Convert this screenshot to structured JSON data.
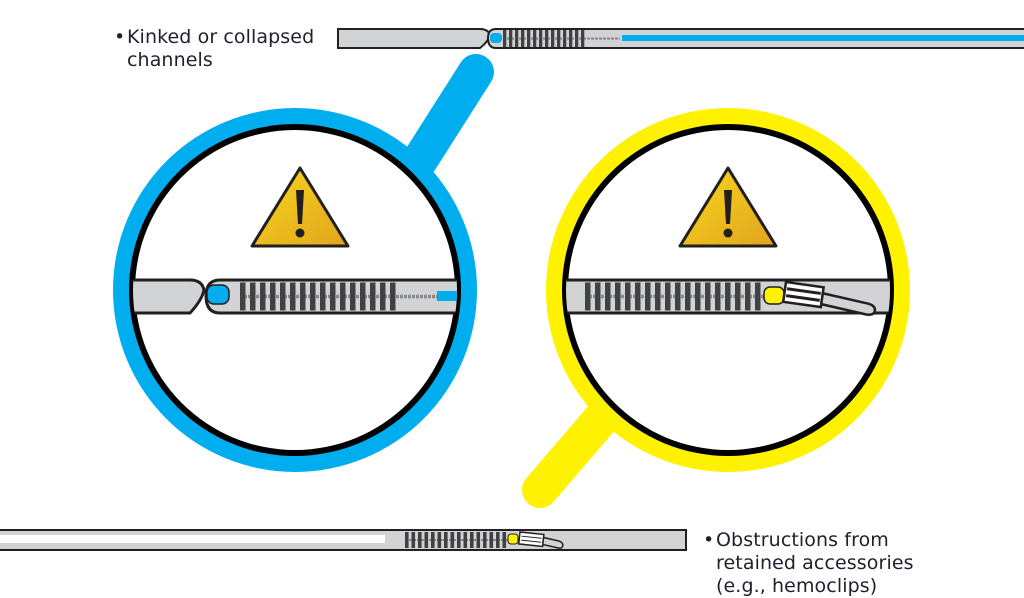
{
  "captions": {
    "kinked": {
      "bullet": "•",
      "lines": [
        "Kinked or collapsed",
        "channels"
      ]
    },
    "obstructions": {
      "bullet": "•",
      "lines": [
        "Obstructions from",
        "retained accessories",
        "(e.g., hemoclips)"
      ]
    }
  },
  "icons": {
    "left_magnifier": "magnifier-icon",
    "right_magnifier": "magnifier-icon",
    "warning": "warning-triangle-icon",
    "channel": "endoscope-channel-icon",
    "brush": "cleaning-brush-icon",
    "hemoclip": "hemoclip-icon"
  },
  "colors": {
    "blue": "#00aeef",
    "yellow": "#fff200",
    "ring": "#000000",
    "channel_fill": "#d1d3d4",
    "brush": "#414042",
    "warning_top": "#f9d71c",
    "warning_bottom": "#e0a41f",
    "text": "#1f1f2e"
  }
}
